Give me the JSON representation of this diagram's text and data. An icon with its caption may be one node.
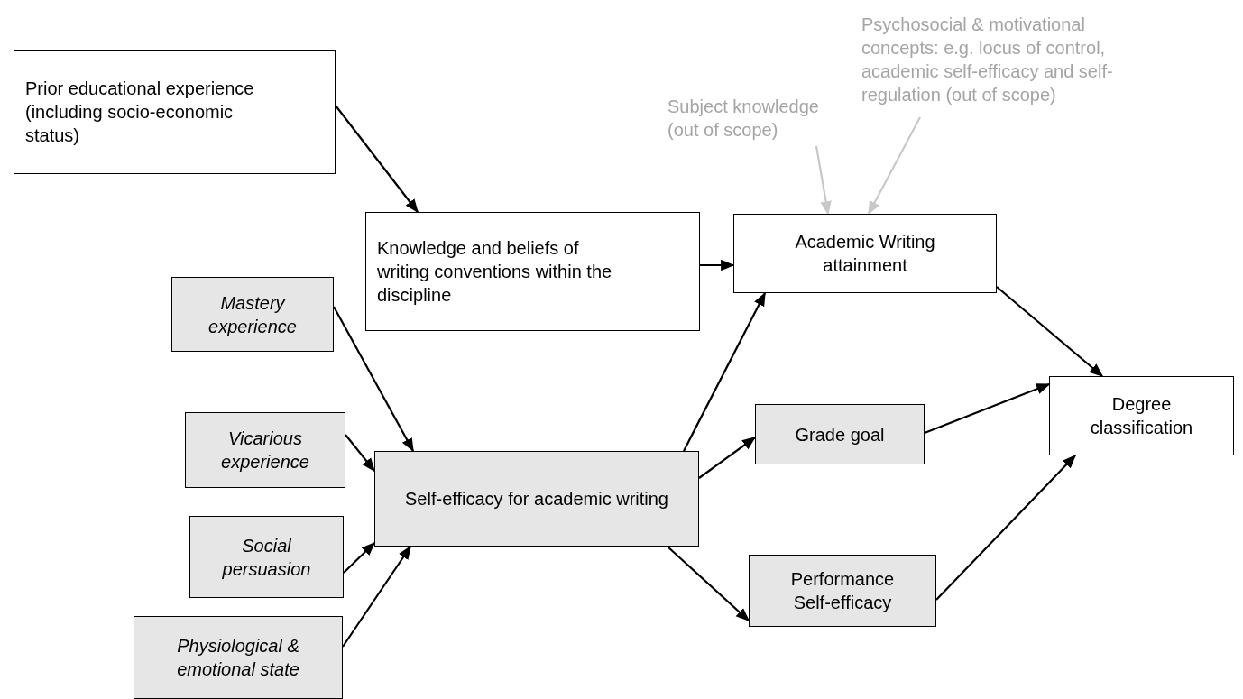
{
  "diagram": {
    "nodes": [
      {
        "text": [
          "Prior educational experience (including socio-economic status)"
        ]
      },
      {
        "text": [
          "Knowledge and beliefs of writing conventions within the discipline"
        ]
      },
      {
        "text": [
          "Academic Writing attainment"
        ]
      },
      {
        "text": [
          "Subject knowledge (out of scope)"
        ]
      },
      {
        "text": [
          "Psychosocial & motivational concepts: e.g. locus of control, academic self-efficacy and self-regulation (out of scope)"
        ]
      },
      {
        "text": [
          "Mastery experience"
        ]
      },
      {
        "text": [
          "Vicarious experience"
        ]
      },
      {
        "text": [
          "Social persuasion"
        ]
      },
      {
        "text": [
          "Physiological & emotional state"
        ]
      },
      {
        "text": [
          "Self-efficacy for academic writing"
        ]
      },
      {
        "text": [
          "Grade goal"
        ]
      },
      {
        "text": [
          "Performance Self-efficacy"
        ]
      },
      {
        "text": [
          "Degree classification"
        ]
      }
    ],
    "edges": [
      {
        "from": 0,
        "to": 1,
        "arrow": "to"
      },
      {
        "from": 1,
        "to": 2,
        "arrow": "to"
      },
      {
        "from": 3,
        "to": 2,
        "arrow": "to",
        "color": "#c8c8c8"
      },
      {
        "from": 4,
        "to": 2,
        "arrow": "to",
        "color": "#c8c8c8"
      },
      {
        "from": 5,
        "to": 9,
        "arrow": "to"
      },
      {
        "from": 6,
        "to": 9,
        "arrow": "to"
      },
      {
        "from": 7,
        "to": 9,
        "arrow": "to"
      },
      {
        "from": 8,
        "to": 9,
        "arrow": "to"
      },
      {
        "from": 9,
        "to": 2,
        "arrow": "to"
      },
      {
        "from": 9,
        "to": 10,
        "arrow": "to"
      },
      {
        "from": 9,
        "to": 11,
        "arrow": "to"
      },
      {
        "from": 2,
        "to": 12,
        "arrow": "to"
      },
      {
        "from": 10,
        "to": 12,
        "arrow": "to"
      },
      {
        "from": 11,
        "to": 12,
        "arrow": "to"
      }
    ]
  }
}
